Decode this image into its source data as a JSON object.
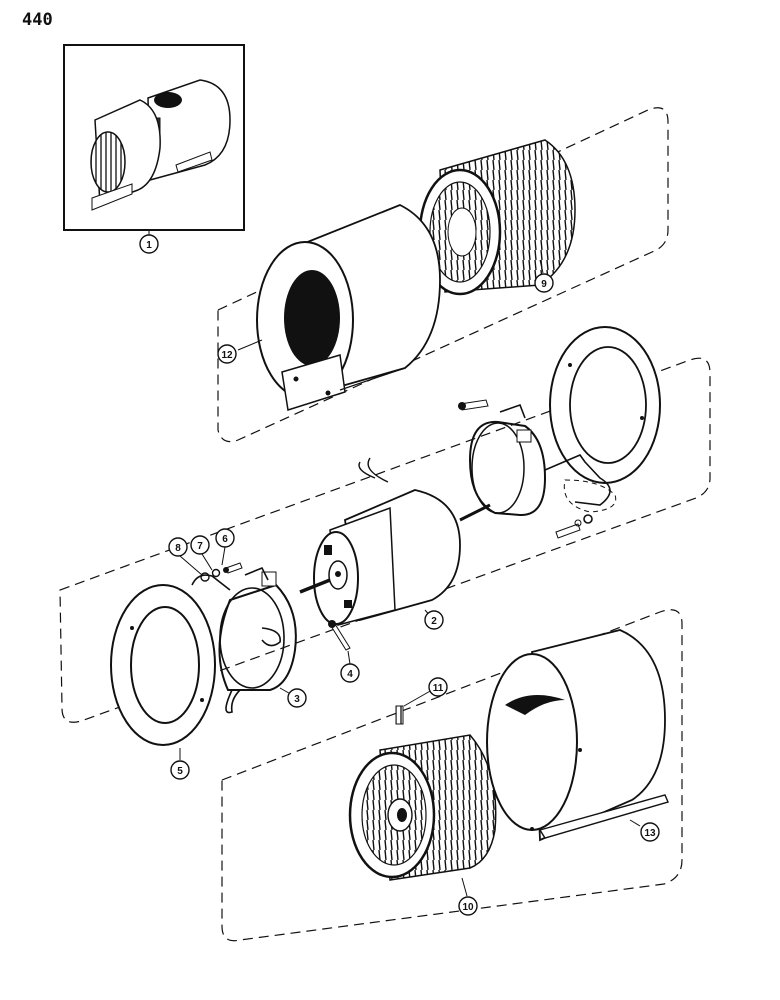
{
  "page_number": "440",
  "callouts": [
    "1",
    "2",
    "3",
    "4",
    "5",
    "6",
    "7",
    "8",
    "9",
    "10",
    "11",
    "12",
    "13"
  ]
}
